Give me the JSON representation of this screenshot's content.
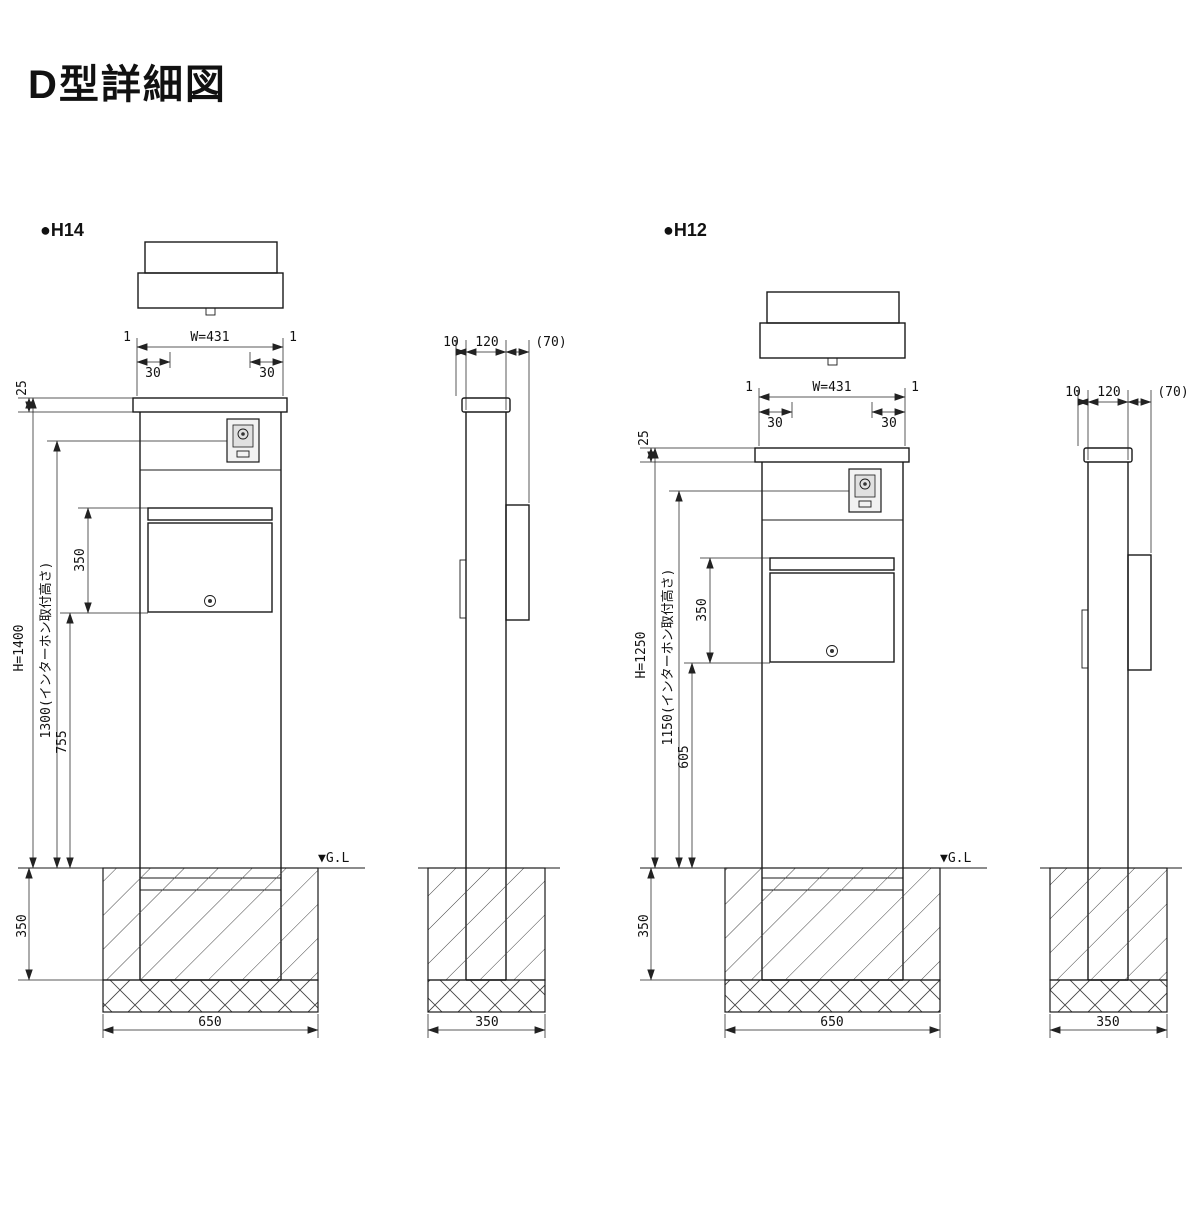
{
  "title": "D型詳細図",
  "views": {
    "h14": {
      "label": "●H14",
      "front": {
        "w": "W=431",
        "one_l": "1",
        "one_r": "1",
        "off_l": "30",
        "off_r": "30",
        "cap": "25",
        "height": "H=1400",
        "intercom_h": "1300(インターホン取付高さ)",
        "door_h": "350",
        "lower_h": "755",
        "found_d": "350",
        "gl": "▼G.L",
        "found_w": "650"
      },
      "side": {
        "d10": "10",
        "d120": "120",
        "d70": "(70)",
        "found_w": "350"
      }
    },
    "h12": {
      "label": "●H12",
      "front": {
        "w": "W=431",
        "one_l": "1",
        "one_r": "1",
        "off_l": "30",
        "off_r": "30",
        "cap": "25",
        "height": "H=1250",
        "intercom_h": "1150(インターホン取付高さ)",
        "door_h": "350",
        "lower_h": "605",
        "found_d": "350",
        "gl": "▼G.L",
        "found_w": "650"
      },
      "side": {
        "d10": "10",
        "d120": "120",
        "d70": "(70)",
        "found_w": "350"
      }
    }
  }
}
